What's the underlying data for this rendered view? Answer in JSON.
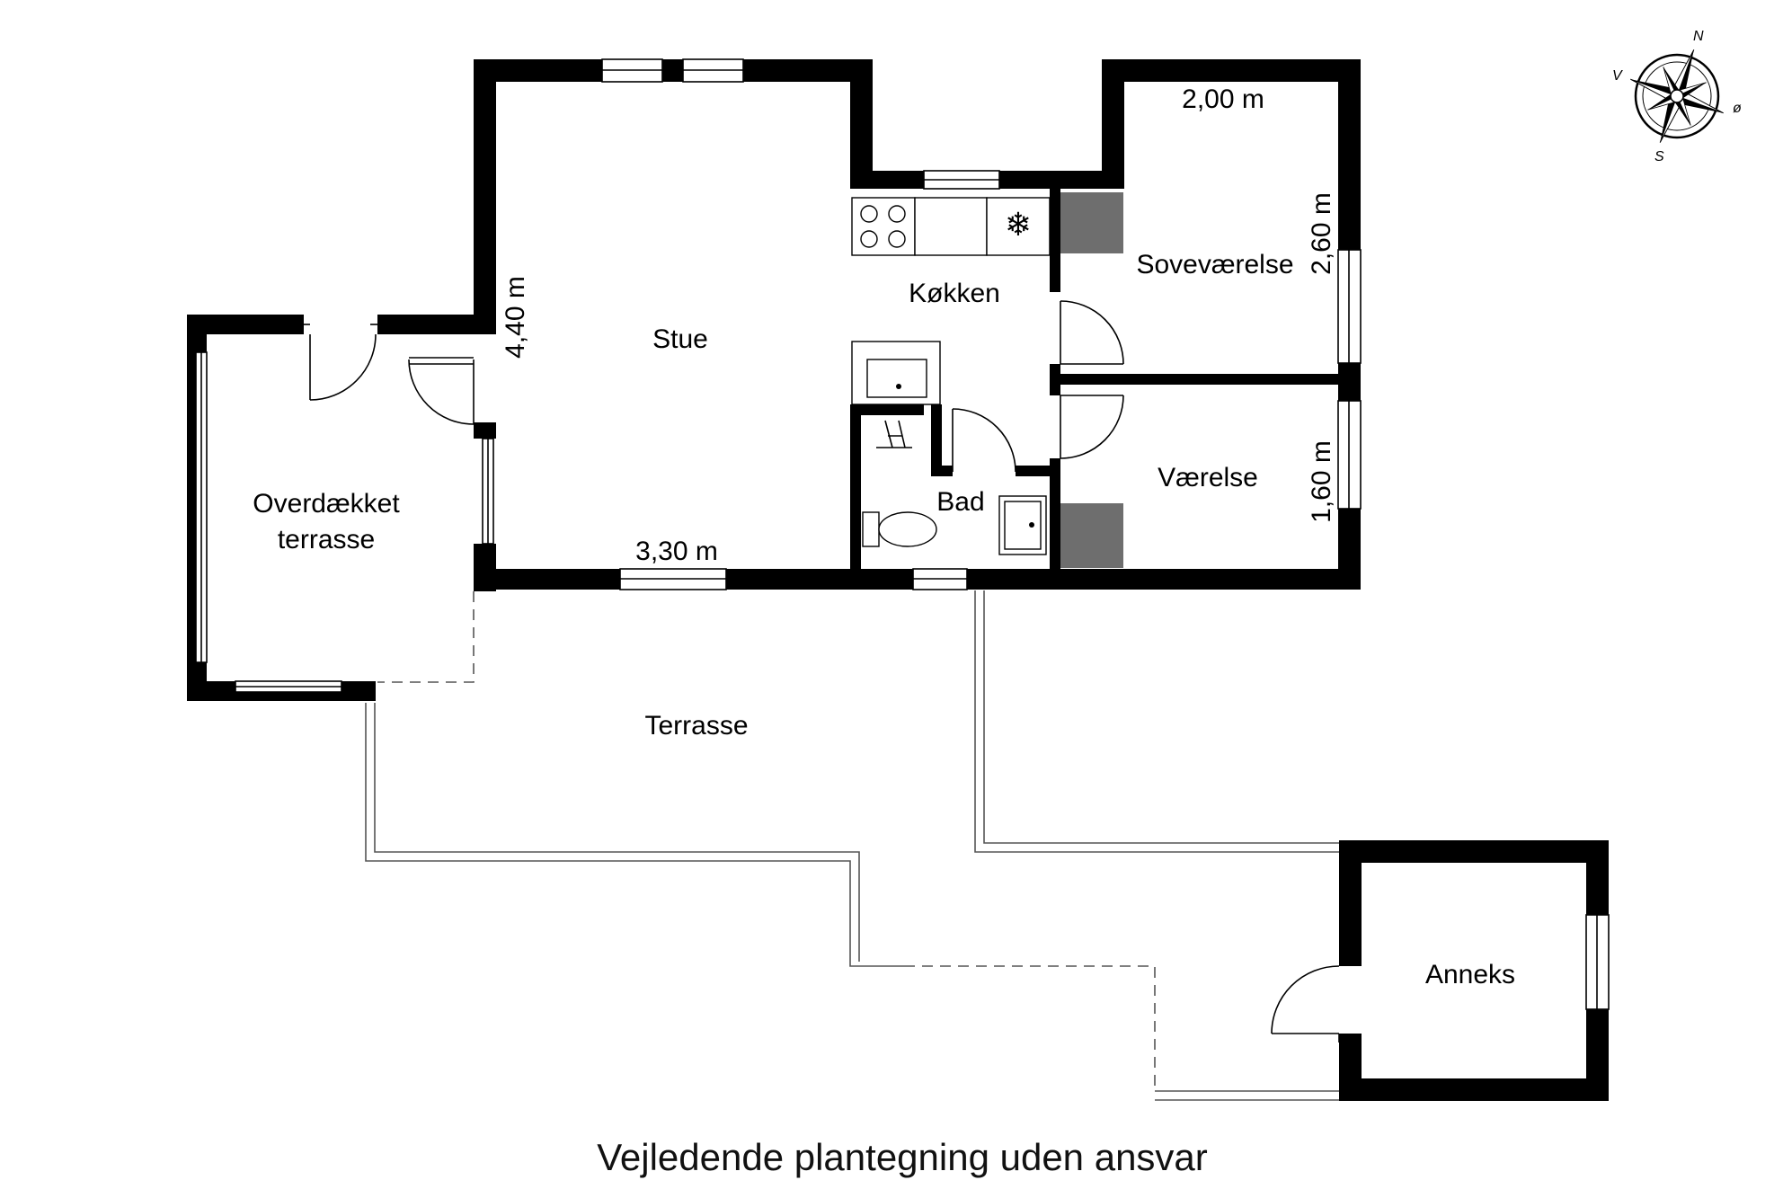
{
  "rooms": {
    "stue": "Stue",
    "koekken": "Køkken",
    "sovevaerelse": "Soveværelse",
    "vaerelse": "Værelse",
    "bad": "Bad",
    "overdaekket_line1": "Overdækket",
    "overdaekket_line2": "terrasse",
    "terrasse": "Terrasse",
    "anneks": "Anneks"
  },
  "dimensions": {
    "stue_width": "3,30 m",
    "stue_height": "4,40 m",
    "sove_width": "2,00 m",
    "sove_height": "2,60 m",
    "vaerelse_height": "1,60 m"
  },
  "compass": {
    "north": "N",
    "east": "ø",
    "south": "S",
    "west": "V"
  },
  "caption": "Vejledende plantegning uden ansvar",
  "colors": {
    "wall": "#000000",
    "closet": "#6e6e6e",
    "background": "#ffffff"
  }
}
